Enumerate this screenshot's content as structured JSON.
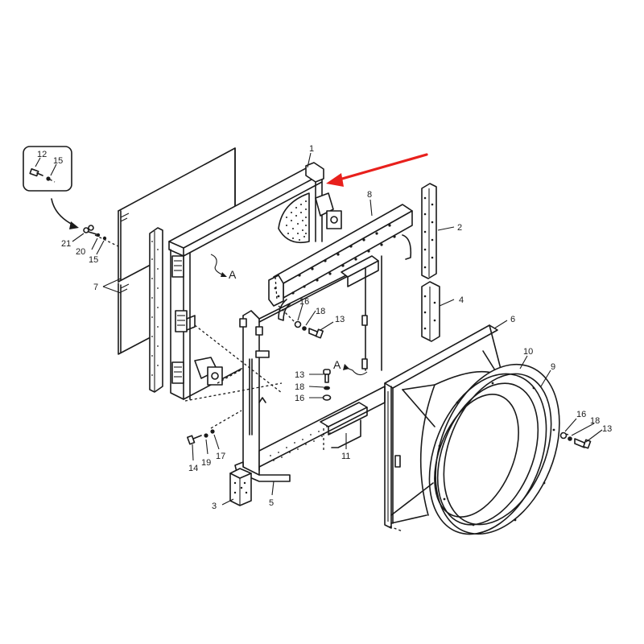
{
  "diagram": {
    "type": "exploded-parts-view",
    "subject": "Radiator / cooler assembly with fan shroud and support frame",
    "highlight_arrow": {
      "color": "#e8201c",
      "points_to_part": "1"
    },
    "inset_box": {
      "labels": [
        "12",
        "15"
      ]
    },
    "callouts": [
      {
        "id": "c1",
        "label": "1",
        "part": "radiator core"
      },
      {
        "id": "c2",
        "label": "2",
        "part": "upper side seal strip"
      },
      {
        "id": "c3",
        "label": "3",
        "part": "mount block"
      },
      {
        "id": "c4",
        "label": "4",
        "part": "lower side seal strip"
      },
      {
        "id": "c5",
        "label": "5",
        "part": "support frame"
      },
      {
        "id": "c6",
        "label": "6",
        "part": "fan shroud"
      },
      {
        "id": "c7",
        "label": "7",
        "part": "screens"
      },
      {
        "id": "c8",
        "label": "8",
        "part": "top bracket"
      },
      {
        "id": "c9",
        "label": "9",
        "part": "fan ring"
      },
      {
        "id": "c10",
        "label": "10",
        "part": "ring gasket"
      },
      {
        "id": "c11",
        "label": "11",
        "part": "lower bracket"
      },
      {
        "id": "c12",
        "label": "12",
        "part": "bolt (inset)"
      },
      {
        "id": "c13a",
        "label": "13",
        "part": "bolt"
      },
      {
        "id": "c13b",
        "label": "13",
        "part": "bolt"
      },
      {
        "id": "c13c",
        "label": "13",
        "part": "bolt"
      },
      {
        "id": "c14",
        "label": "14",
        "part": "bolt"
      },
      {
        "id": "c15a",
        "label": "15",
        "part": "nut (inset)"
      },
      {
        "id": "c15b",
        "label": "15",
        "part": "nut"
      },
      {
        "id": "c16a",
        "label": "16",
        "part": "washer"
      },
      {
        "id": "c16b",
        "label": "16",
        "part": "washer"
      },
      {
        "id": "c16c",
        "label": "16",
        "part": "washer"
      },
      {
        "id": "c17",
        "label": "17",
        "part": "nut"
      },
      {
        "id": "c18a",
        "label": "18",
        "part": "lock washer"
      },
      {
        "id": "c18b",
        "label": "18",
        "part": "lock washer"
      },
      {
        "id": "c18c",
        "label": "18",
        "part": "lock washer"
      },
      {
        "id": "c19",
        "label": "19",
        "part": "washer"
      },
      {
        "id": "c20",
        "label": "20",
        "part": "washer"
      },
      {
        "id": "c21",
        "label": "21",
        "part": "wing bolt"
      }
    ],
    "section_marks": [
      {
        "id": "a1",
        "label": "A"
      },
      {
        "id": "a2",
        "label": "A"
      }
    ]
  }
}
